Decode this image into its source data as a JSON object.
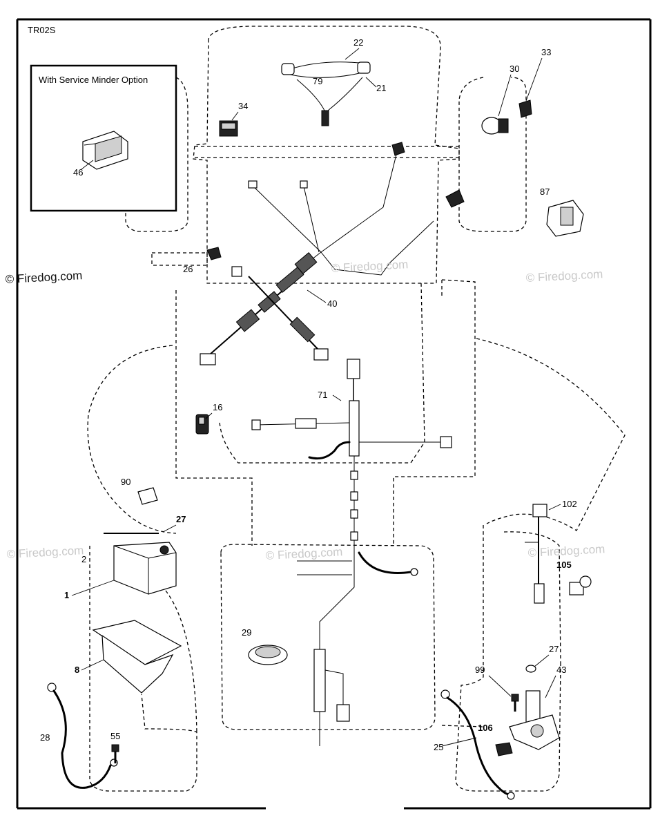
{
  "diagram_code": "TR02S",
  "inset": {
    "title": "With Service Minder Option",
    "part": "46"
  },
  "watermark": "© Firedog.com",
  "parts": {
    "p1": "1",
    "p2": "2",
    "p8": "8",
    "p16": "16",
    "p21": "21",
    "p22": "22",
    "p25": "25",
    "p26": "26",
    "p27a": "27",
    "p27b": "27",
    "p28": "28",
    "p29": "29",
    "p30": "30",
    "p33": "33",
    "p34": "34",
    "p40": "40",
    "p43": "43",
    "p55": "55",
    "p71": "71",
    "p79": "79",
    "p87": "87",
    "p90": "90",
    "p99": "99",
    "p102": "102",
    "p105": "105",
    "p106": "106"
  }
}
